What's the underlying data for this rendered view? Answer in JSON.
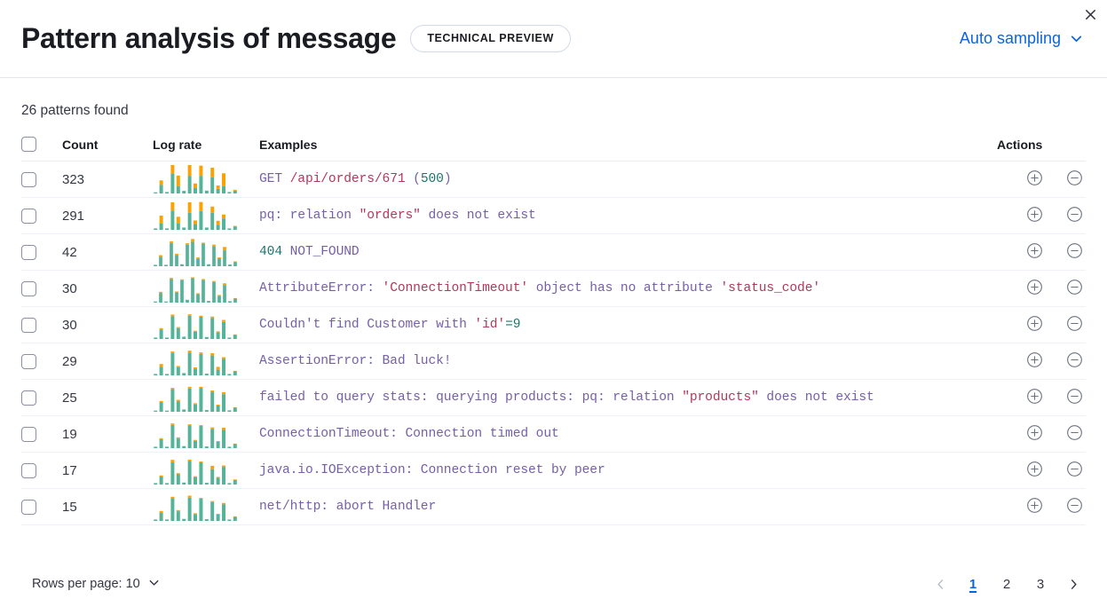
{
  "header": {
    "title": "Pattern analysis of message",
    "badge": "TECHNICAL PREVIEW",
    "sampling_label": "Auto sampling",
    "close_label": "Close"
  },
  "summary": {
    "patterns_found": "26 patterns found"
  },
  "table": {
    "columns": {
      "select": "",
      "count": "Count",
      "log_rate": "Log rate",
      "examples": "Examples",
      "actions": "Actions"
    },
    "rows": [
      {
        "count": "323",
        "example": "GET /api/orders/671 (500)",
        "tokens": [
          {
            "t": "GET ",
            "c": "base"
          },
          {
            "t": "/api/orders/671",
            "c": "str"
          },
          {
            "t": " (",
            "c": "base"
          },
          {
            "t": "500",
            "c": "num"
          },
          {
            "t": ")",
            "c": "base"
          }
        ],
        "bars": [
          {
            "teal": 0.04,
            "orange": 0.0
          },
          {
            "teal": 0.3,
            "orange": 0.16
          },
          {
            "teal": 0.05,
            "orange": 0.0
          },
          {
            "teal": 0.7,
            "orange": 0.3
          },
          {
            "teal": 0.26,
            "orange": 0.37
          },
          {
            "teal": 0.09,
            "orange": 0.0
          },
          {
            "teal": 0.62,
            "orange": 0.38
          },
          {
            "teal": 0.2,
            "orange": 0.15
          },
          {
            "teal": 0.62,
            "orange": 0.36
          },
          {
            "teal": 0.1,
            "orange": 0.0
          },
          {
            "teal": 0.57,
            "orange": 0.34
          },
          {
            "teal": 0.16,
            "orange": 0.12
          },
          {
            "teal": 0.26,
            "orange": 0.45
          },
          {
            "teal": 0.05,
            "orange": 0.0
          },
          {
            "teal": 0.1,
            "orange": 0.03
          }
        ]
      },
      {
        "count": "291",
        "example": "pq: relation \"orders\" does not exist",
        "tokens": [
          {
            "t": "pq: relation ",
            "c": "base"
          },
          {
            "t": "\"orders\"",
            "c": "str"
          },
          {
            "t": " does not exist",
            "c": "base"
          }
        ],
        "bars": [
          {
            "teal": 0.05,
            "orange": 0.0
          },
          {
            "teal": 0.22,
            "orange": 0.28
          },
          {
            "teal": 0.05,
            "orange": 0.0
          },
          {
            "teal": 0.68,
            "orange": 0.29
          },
          {
            "teal": 0.22,
            "orange": 0.24
          },
          {
            "teal": 0.08,
            "orange": 0.0
          },
          {
            "teal": 0.6,
            "orange": 0.37
          },
          {
            "teal": 0.2,
            "orange": 0.13
          },
          {
            "teal": 0.66,
            "orange": 0.32
          },
          {
            "teal": 0.08,
            "orange": 0.0
          },
          {
            "teal": 0.6,
            "orange": 0.22
          },
          {
            "teal": 0.18,
            "orange": 0.14
          },
          {
            "teal": 0.4,
            "orange": 0.14
          },
          {
            "teal": 0.05,
            "orange": 0.0
          },
          {
            "teal": 0.12,
            "orange": 0.02
          }
        ]
      },
      {
        "count": "42",
        "example": "404 NOT_FOUND",
        "tokens": [
          {
            "t": "404",
            "c": "num"
          },
          {
            "t": " NOT_FOUND",
            "c": "base"
          }
        ],
        "bars": [
          {
            "teal": 0.05,
            "orange": 0.0
          },
          {
            "teal": 0.33,
            "orange": 0.06
          },
          {
            "teal": 0.05,
            "orange": 0.0
          },
          {
            "teal": 0.82,
            "orange": 0.06
          },
          {
            "teal": 0.4,
            "orange": 0.04
          },
          {
            "teal": 0.07,
            "orange": 0.0
          },
          {
            "teal": 0.76,
            "orange": 0.05
          },
          {
            "teal": 0.86,
            "orange": 0.1
          },
          {
            "teal": 0.27,
            "orange": 0.04
          },
          {
            "teal": 0.8,
            "orange": 0.03
          },
          {
            "teal": 0.07,
            "orange": 0.0
          },
          {
            "teal": 0.7,
            "orange": 0.06
          },
          {
            "teal": 0.28,
            "orange": 0.03
          },
          {
            "teal": 0.56,
            "orange": 0.12
          },
          {
            "teal": 0.06,
            "orange": 0.0
          },
          {
            "teal": 0.14,
            "orange": 0.03
          }
        ]
      },
      {
        "count": "30",
        "example": "AttributeError: 'ConnectionTimeout' object has no attribute 'status_code'",
        "tokens": [
          {
            "t": "AttributeError: ",
            "c": "base"
          },
          {
            "t": "'ConnectionTimeout'",
            "c": "str"
          },
          {
            "t": " object has no attribute ",
            "c": "base"
          },
          {
            "t": "'status_code'",
            "c": "str"
          }
        ],
        "bars": [
          {
            "teal": 0.04,
            "orange": 0.0
          },
          {
            "teal": 0.34,
            "orange": 0.04
          },
          {
            "teal": 0.04,
            "orange": 0.0
          },
          {
            "teal": 0.83,
            "orange": 0.04
          },
          {
            "teal": 0.36,
            "orange": 0.03
          },
          {
            "teal": 0.78,
            "orange": 0.04
          },
          {
            "teal": 0.1,
            "orange": 0.0
          },
          {
            "teal": 0.86,
            "orange": 0.03
          },
          {
            "teal": 0.3,
            "orange": 0.03
          },
          {
            "teal": 0.8,
            "orange": 0.03
          },
          {
            "teal": 0.06,
            "orange": 0.0
          },
          {
            "teal": 0.72,
            "orange": 0.04
          },
          {
            "teal": 0.24,
            "orange": 0.03
          },
          {
            "teal": 0.62,
            "orange": 0.06
          },
          {
            "teal": 0.05,
            "orange": 0.0
          },
          {
            "teal": 0.14,
            "orange": 0.02
          }
        ]
      },
      {
        "count": "30",
        "example": "Couldn't find Customer with 'id'=9",
        "tokens": [
          {
            "t": "Couldn't find Customer with ",
            "c": "base"
          },
          {
            "t": "'id'",
            "c": "str"
          },
          {
            "t": "=9",
            "c": "num"
          }
        ],
        "bars": [
          {
            "teal": 0.05,
            "orange": 0.0
          },
          {
            "teal": 0.33,
            "orange": 0.05
          },
          {
            "teal": 0.05,
            "orange": 0.0
          },
          {
            "teal": 0.8,
            "orange": 0.06
          },
          {
            "teal": 0.38,
            "orange": 0.04
          },
          {
            "teal": 0.08,
            "orange": 0.0
          },
          {
            "teal": 0.82,
            "orange": 0.05
          },
          {
            "teal": 0.26,
            "orange": 0.03
          },
          {
            "teal": 0.78,
            "orange": 0.04
          },
          {
            "teal": 0.07,
            "orange": 0.0
          },
          {
            "teal": 0.74,
            "orange": 0.05
          },
          {
            "teal": 0.24,
            "orange": 0.03
          },
          {
            "teal": 0.6,
            "orange": 0.07
          },
          {
            "teal": 0.05,
            "orange": 0.0
          },
          {
            "teal": 0.14,
            "orange": 0.02
          }
        ]
      },
      {
        "count": "29",
        "example": "AssertionError: Bad luck!",
        "tokens": [
          {
            "t": "AssertionError: Bad luck!",
            "c": "base"
          }
        ],
        "bars": [
          {
            "teal": 0.05,
            "orange": 0.0
          },
          {
            "teal": 0.3,
            "orange": 0.1
          },
          {
            "teal": 0.05,
            "orange": 0.0
          },
          {
            "teal": 0.78,
            "orange": 0.06
          },
          {
            "teal": 0.28,
            "orange": 0.05
          },
          {
            "teal": 0.08,
            "orange": 0.0
          },
          {
            "teal": 0.8,
            "orange": 0.07
          },
          {
            "teal": 0.24,
            "orange": 0.04
          },
          {
            "teal": 0.76,
            "orange": 0.05
          },
          {
            "teal": 0.06,
            "orange": 0.0
          },
          {
            "teal": 0.7,
            "orange": 0.08
          },
          {
            "teal": 0.2,
            "orange": 0.1
          },
          {
            "teal": 0.58,
            "orange": 0.06
          },
          {
            "teal": 0.05,
            "orange": 0.0
          },
          {
            "teal": 0.14,
            "orange": 0.02
          }
        ]
      },
      {
        "count": "25",
        "example": "failed to query stats: querying products: pq: relation \"products\" does not exist",
        "tokens": [
          {
            "t": "failed to query stats: querying products: pq: relation ",
            "c": "base"
          },
          {
            "t": "\"products\"",
            "c": "str"
          },
          {
            "t": " does not exist",
            "c": "base"
          }
        ],
        "bars": [
          {
            "teal": 0.04,
            "orange": 0.0
          },
          {
            "teal": 0.34,
            "orange": 0.04
          },
          {
            "teal": 0.04,
            "orange": 0.0
          },
          {
            "teal": 0.8,
            "orange": 0.04
          },
          {
            "teal": 0.36,
            "orange": 0.06
          },
          {
            "teal": 0.08,
            "orange": 0.0
          },
          {
            "teal": 0.82,
            "orange": 0.06
          },
          {
            "teal": 0.26,
            "orange": 0.04
          },
          {
            "teal": 0.84,
            "orange": 0.04
          },
          {
            "teal": 0.06,
            "orange": 0.0
          },
          {
            "teal": 0.7,
            "orange": 0.05
          },
          {
            "teal": 0.22,
            "orange": 0.03
          },
          {
            "teal": 0.62,
            "orange": 0.07
          },
          {
            "teal": 0.05,
            "orange": 0.0
          },
          {
            "teal": 0.14,
            "orange": 0.02
          }
        ]
      },
      {
        "count": "19",
        "example": "ConnectionTimeout: Connection timed out",
        "tokens": [
          {
            "t": "ConnectionTimeout: Connection timed out",
            "c": "base"
          }
        ],
        "bars": [
          {
            "teal": 0.05,
            "orange": 0.0
          },
          {
            "teal": 0.32,
            "orange": 0.03
          },
          {
            "teal": 0.05,
            "orange": 0.0
          },
          {
            "teal": 0.82,
            "orange": 0.05
          },
          {
            "teal": 0.34,
            "orange": 0.04
          },
          {
            "teal": 0.07,
            "orange": 0.0
          },
          {
            "teal": 0.8,
            "orange": 0.04
          },
          {
            "teal": 0.26,
            "orange": 0.03
          },
          {
            "teal": 0.78,
            "orange": 0.03
          },
          {
            "teal": 0.06,
            "orange": 0.0
          },
          {
            "teal": 0.68,
            "orange": 0.05
          },
          {
            "teal": 0.22,
            "orange": 0.03
          },
          {
            "teal": 0.64,
            "orange": 0.08
          },
          {
            "teal": 0.05,
            "orange": 0.0
          },
          {
            "teal": 0.14,
            "orange": 0.02
          }
        ]
      },
      {
        "count": "17",
        "example": "java.io.IOException: Connection reset by peer",
        "tokens": [
          {
            "t": "java.io.IOException: Connection reset by peer",
            "c": "base"
          }
        ],
        "bars": [
          {
            "teal": 0.05,
            "orange": 0.0
          },
          {
            "teal": 0.28,
            "orange": 0.04
          },
          {
            "teal": 0.05,
            "orange": 0.0
          },
          {
            "teal": 0.78,
            "orange": 0.09
          },
          {
            "teal": 0.36,
            "orange": 0.04
          },
          {
            "teal": 0.07,
            "orange": 0.0
          },
          {
            "teal": 0.84,
            "orange": 0.04
          },
          {
            "teal": 0.26,
            "orange": 0.03
          },
          {
            "teal": 0.78,
            "orange": 0.03
          },
          {
            "teal": 0.06,
            "orange": 0.0
          },
          {
            "teal": 0.54,
            "orange": 0.12
          },
          {
            "teal": 0.24,
            "orange": 0.03
          },
          {
            "teal": 0.62,
            "orange": 0.05
          },
          {
            "teal": 0.05,
            "orange": 0.0
          },
          {
            "teal": 0.16,
            "orange": 0.02
          }
        ]
      },
      {
        "count": "15",
        "example": "net/http: abort Handler",
        "tokens": [
          {
            "t": "net/http: abort Handler",
            "c": "base"
          }
        ],
        "bars": [
          {
            "teal": 0.05,
            "orange": 0.0
          },
          {
            "teal": 0.28,
            "orange": 0.07
          },
          {
            "teal": 0.05,
            "orange": 0.0
          },
          {
            "teal": 0.8,
            "orange": 0.05
          },
          {
            "teal": 0.34,
            "orange": 0.04
          },
          {
            "teal": 0.07,
            "orange": 0.0
          },
          {
            "teal": 0.82,
            "orange": 0.07
          },
          {
            "teal": 0.24,
            "orange": 0.03
          },
          {
            "teal": 0.78,
            "orange": 0.03
          },
          {
            "teal": 0.06,
            "orange": 0.0
          },
          {
            "teal": 0.66,
            "orange": 0.04
          },
          {
            "teal": 0.22,
            "orange": 0.03
          },
          {
            "teal": 0.58,
            "orange": 0.05
          },
          {
            "teal": 0.05,
            "orange": 0.0
          },
          {
            "teal": 0.14,
            "orange": 0.02
          }
        ]
      }
    ],
    "row_actions": {
      "add_filter": "Add filter",
      "remove_filter": "Remove filter"
    }
  },
  "footer": {
    "rows_per_page": "Rows per page: 10",
    "prev_label": "Previous page",
    "next_label": "Next page",
    "pages": [
      "1",
      "2",
      "3"
    ],
    "active_page": "1"
  },
  "colors": {
    "teal": "#54b399",
    "orange": "#fba100",
    "accent": "#0b64dd",
    "token_base": "#7560a8",
    "token_string": "#b0385c",
    "token_number": "#19776d"
  }
}
